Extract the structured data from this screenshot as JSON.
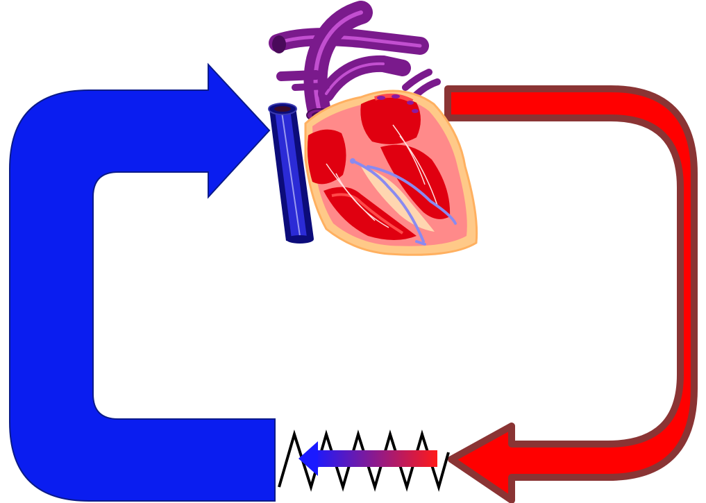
{
  "diagram": {
    "type": "circulation-loop",
    "colors": {
      "background": "#ffffff",
      "deoxygenated_fill": "#0a1df0",
      "deoxygenated_stroke": "#0a1a8a",
      "oxygenated_fill": "#ff0000",
      "oxygenated_stroke": "#8a3434",
      "vein_dark": "#0c0c7a",
      "vein_mid": "#2b2bd6",
      "vessel_purple": "#7a1a8c",
      "vessel_purple_light": "#c24fd0",
      "heart_outer": "#ffc988",
      "heart_wall": "#ff8a8a",
      "heart_chamber": "#e00010",
      "heart_chamber_light": "#ff4a4a",
      "septum": "#ffd6b0",
      "conduction_line": "#8a8af0",
      "gradient_start": "#1a1aff",
      "gradient_end": "#ff1a1a",
      "capillary_zigzag": "#000000"
    },
    "elements": [
      {
        "name": "deoxygenated-return-arrow",
        "color": "blue"
      },
      {
        "name": "oxygenated-outflow-arrow",
        "color": "red"
      },
      {
        "name": "heart-illustration"
      },
      {
        "name": "vena-cava-vein"
      },
      {
        "name": "capillary-bed-zigzag"
      },
      {
        "name": "gas-exchange-gradient-arrow",
        "from": "red",
        "to": "blue"
      }
    ]
  }
}
